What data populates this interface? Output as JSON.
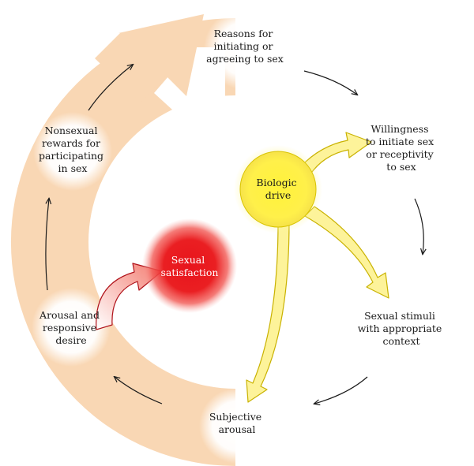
{
  "colors": {
    "ring": "#f9d7b4",
    "node_glow": "#ffffff",
    "arrow": "#1a1a1a",
    "biologic_core": "#fff23a",
    "biologic_edge": "#d9c400",
    "satisfaction_core": "#e8141c",
    "satisfaction_text": "#ffffff",
    "yellow_arrow": "#fdf39a",
    "yellow_arrow_stroke": "#c9b200",
    "red_arrow_stroke": "#b0121a"
  },
  "nodes": {
    "reasons": [
      "Reasons for",
      "initiating or",
      "agreeing to sex"
    ],
    "willingness": [
      "Willingness",
      "to initiate sex",
      "or receptivity",
      "to sex"
    ],
    "stimuli": [
      "Sexual stimuli",
      "with appropriate",
      "context"
    ],
    "subjective": [
      "Subjective",
      "arousal"
    ],
    "arousal_desire": [
      "Arousal and",
      "responsive",
      "desire"
    ],
    "nonsexual": [
      "Nonsexual",
      "rewards for",
      "participating",
      "in sex"
    ]
  },
  "centers": {
    "biologic": [
      "Biologic",
      "drive"
    ],
    "satisfaction": [
      "Sexual",
      "satisfaction"
    ]
  }
}
